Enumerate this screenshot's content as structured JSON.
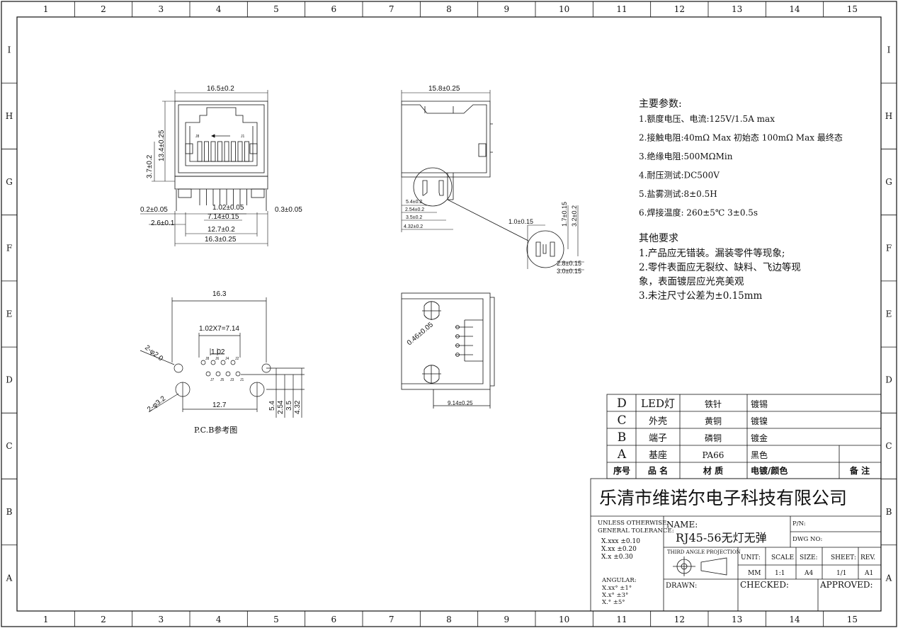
{
  "frame": {
    "cols": [
      "1",
      "2",
      "3",
      "4",
      "5",
      "6",
      "7",
      "8",
      "9",
      "10",
      "11",
      "12",
      "13",
      "14",
      "15"
    ],
    "rows": [
      "I",
      "H",
      "G",
      "F",
      "E",
      "D",
      "C",
      "B",
      "A"
    ]
  },
  "views": {
    "front": {
      "dims": [
        "16.5±0.2",
        "13.4±0.25",
        "3.7±0.2",
        "0.2±0.05",
        "2.6±0.1",
        "1.02±0.05",
        "7.14±0.15",
        "12.7±0.2",
        "16.3±0.25",
        "0.3±0.05"
      ],
      "pins": [
        "J8",
        "J1"
      ]
    },
    "side": {
      "dims": [
        "15.8±0.25",
        "5.4±0.2",
        "2.54±0.2",
        "3.5±0.2",
        "4.32±0.2",
        "1.0±0.15",
        "1.7±0.15",
        "3.2±0.2",
        "2.8±0.15",
        "3.0±0.15"
      ]
    },
    "pcb": {
      "dims": [
        "16.3",
        "1.02X7=7.14",
        "1.02",
        "2-φ2.0",
        "2-φ3.2",
        "12.7",
        "5.4",
        "2.54",
        "3.5",
        "4.32"
      ],
      "pins": [
        "J8",
        "J6",
        "J4",
        "J2",
        "J7",
        "J5",
        "J3",
        "J1"
      ],
      "caption": "P.C.B参考图"
    },
    "bottom": {
      "dims": [
        "0.46±0.05",
        "9.14±0.25"
      ]
    }
  },
  "notes": {
    "main_title": "主要参数:",
    "main": [
      "1.额度电压、电流:125V/1.5A max",
      "2.接触电阻:40mΩ Max 初始态 100mΩ Max 最终态",
      "3.绝缘电阻:500MΩMin",
      "4.耐压测试:DC500V",
      "5.盐雾测试:8±0.5H",
      "6.焊接温度: 260±5℃ 3±0.5s"
    ],
    "other_title": "其他要求",
    "other": [
      "1.产品应无错装。漏装零件等现象;",
      "2.零件表面应无裂纹、缺料、飞边等现",
      "象，表面镀层应光亮美观",
      "3.未注尺寸公差为±0.15mm"
    ]
  },
  "bom": {
    "rows": [
      {
        "no": "D",
        "name": "LED灯",
        "material": "铁针",
        "finish": "镀锡",
        "remark": ""
      },
      {
        "no": "C",
        "name": "外壳",
        "material": "黄铜",
        "finish": "镀镍",
        "remark": ""
      },
      {
        "no": "B",
        "name": "端子",
        "material": "磷铜",
        "finish": "镀金",
        "remark": ""
      },
      {
        "no": "A",
        "name": "基座",
        "material": "PA66",
        "finish": "黑色",
        "remark": ""
      }
    ],
    "header": {
      "no": "序号",
      "name": "品 名",
      "material": "材 质",
      "finish": "电镀/颜色",
      "remark": "备 注"
    }
  },
  "title_block": {
    "company": "乐清市维诺尔电子科技有限公司",
    "tolerance_title": [
      "UNLESS OTHERWISE,",
      "GENERAL TOLERANCE:"
    ],
    "tolerances": [
      "X.xxx ±0.10",
      "X.xx  ±0.20",
      "X.x   ±0.30"
    ],
    "angular_title": "ANGULAR:",
    "angular": [
      "X.xx°  ±1°",
      "X.x°   ±3°",
      "X.°    ±5°"
    ],
    "name_label": "NAME:",
    "name_value": "RJ45-56无灯无弹",
    "pn_label": "P/N:",
    "dwg_label": "DWG NO:",
    "projection_label": "THIRD ANGLE PROJECTION",
    "unit_label": "UNIT:",
    "unit_value": "MM",
    "scale_label": "SCALE",
    "scale_value": "1:1",
    "size_label": "SIZE:",
    "size_value": "A4",
    "sheet_label": "SHEET:",
    "sheet_value": "1/1",
    "rev_label": "REV.",
    "rev_value": "A1",
    "drawn_label": "DRAWN:",
    "checked_label": "CHECKED:",
    "approved_label": "APPROVED:"
  }
}
